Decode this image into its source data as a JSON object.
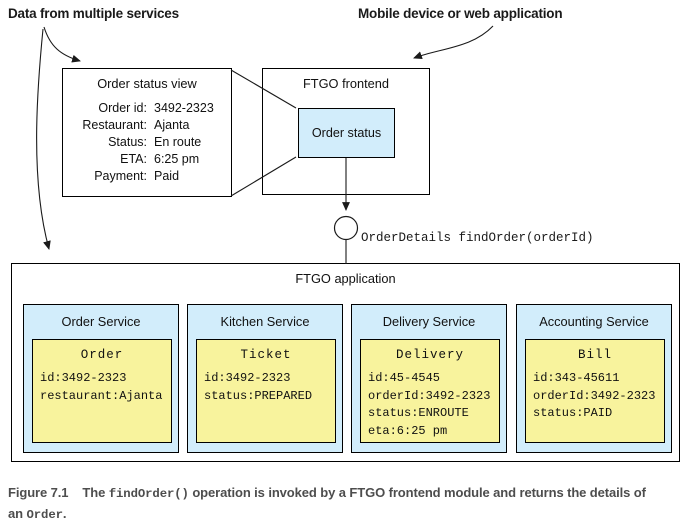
{
  "annotations": {
    "data_sources_label": "Data from multiple services",
    "client_label": "Mobile device or web application"
  },
  "order_status_view": {
    "title": "Order status view",
    "fields": [
      {
        "label": "Order id:",
        "value": "3492-2323"
      },
      {
        "label": "Restaurant:",
        "value": "Ajanta"
      },
      {
        "label": "Status:",
        "value": "En route"
      },
      {
        "label": "ETA:",
        "value": "6:25 pm"
      },
      {
        "label": "Payment:",
        "value": "Paid"
      }
    ]
  },
  "frontend": {
    "title": "FTGO frontend",
    "module_label": "Order status"
  },
  "interface": {
    "operation_label": "OrderDetails findOrder(orderId)"
  },
  "application": {
    "title": "FTGO application",
    "services": [
      {
        "title": "Order Service",
        "record": {
          "title": "Order",
          "lines": [
            "id:3492-2323",
            "restaurant:Ajanta"
          ]
        }
      },
      {
        "title": "Kitchen Service",
        "record": {
          "title": "Ticket",
          "lines": [
            "id:3492-2323",
            "status:PREPARED"
          ]
        }
      },
      {
        "title": "Delivery Service",
        "record": {
          "title": "Delivery",
          "lines": [
            "id:45-4545",
            "orderId:3492-2323",
            "status:ENROUTE",
            "eta:6:25 pm"
          ]
        }
      },
      {
        "title": "Accounting Service",
        "record": {
          "title": "Bill",
          "lines": [
            "id:343-45611",
            "orderId:3492-2323",
            "status:PAID"
          ]
        }
      }
    ]
  },
  "caption": {
    "figure_label": "Figure 7.1",
    "text_1": "The ",
    "code_1": "findOrder()",
    "text_2": " operation is invoked by a FTGO frontend module and returns the details of an ",
    "code_2": "Order",
    "text_3": "."
  },
  "colors": {
    "module_fill": "#d2edfb",
    "service_fill": "#d2edfb",
    "record_fill": "#f8f39d",
    "caption_text": "#4d4d4d"
  }
}
